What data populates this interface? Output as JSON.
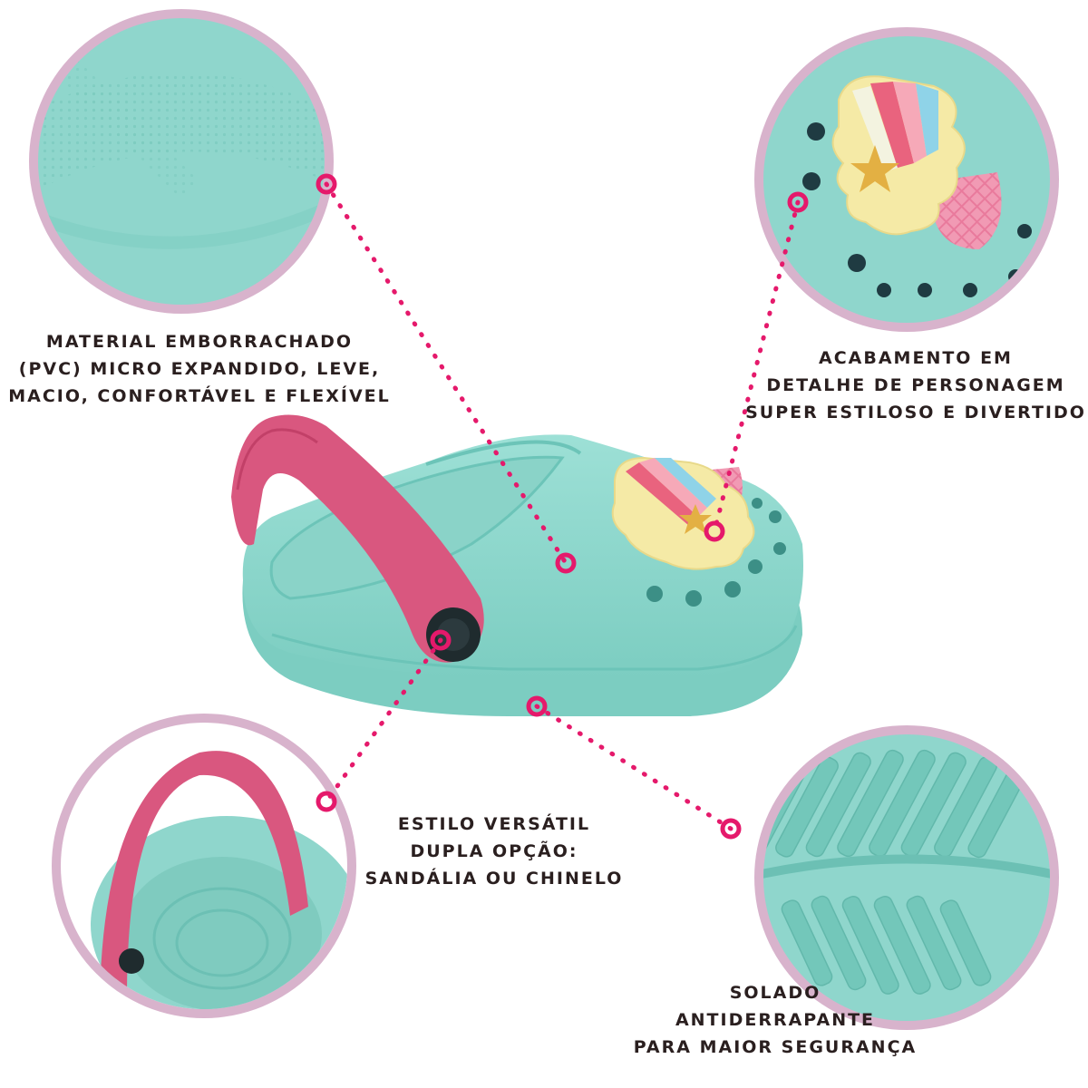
{
  "captions": {
    "material": {
      "line1": "MATERIAL EMBORRACHADO",
      "line2": "(PVC) MICRO EXPANDIDO, LEVE,",
      "line3": "MACIO, CONFORTÁVEL E FLEXÍVEL"
    },
    "acabamento": {
      "line1": "ACABAMENTO EM",
      "line2": "DETALHE DE PERSONAGEM",
      "line3": "SUPER ESTILOSO E DIVERTIDO"
    },
    "estilo": {
      "line1": "ESTILO VERSÁTIL",
      "line2": "DUPLA OPÇÃO:",
      "line3": "SANDÁLIA OU CHINELO"
    },
    "solado": {
      "line1": "SOLADO",
      "line2": "ANTIDERRAPANTE",
      "line3": "PARA MAIOR SEGURANÇA"
    }
  },
  "colors": {
    "ring": "#d8b3cc",
    "aqua": "#8fd6cc",
    "aqua_dark": "#6cc4b8",
    "pink": "#e0608c",
    "hotspot": "#e5196b",
    "yellow": "#f5eaa6",
    "text": "#2a1f1f"
  }
}
